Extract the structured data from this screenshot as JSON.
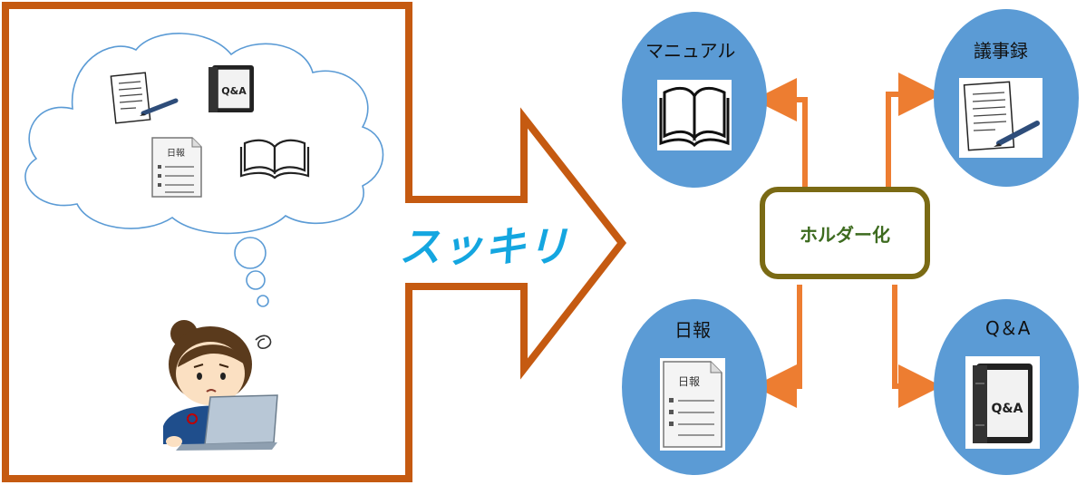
{
  "arrow_text": "スッキリ",
  "center": {
    "label": "ホルダー化"
  },
  "nodes": {
    "manual": {
      "label": "マニュアル"
    },
    "minutes": {
      "label": "議事録"
    },
    "daily": {
      "label": "日報",
      "icon_text": "日報"
    },
    "qa": {
      "label": "Q＆A",
      "icon_text": "Q&A"
    }
  },
  "cloud": {
    "daily_icon_text": "日報",
    "qa_icon_text": "Q&A"
  },
  "colors": {
    "frame_orange": "#c55a11",
    "connector_orange": "#ed7d31",
    "node_blue": "#5b9bd5",
    "center_border": "#7a6a14",
    "center_text": "#3d6b1f",
    "arrow_text": "#14a6e0"
  }
}
